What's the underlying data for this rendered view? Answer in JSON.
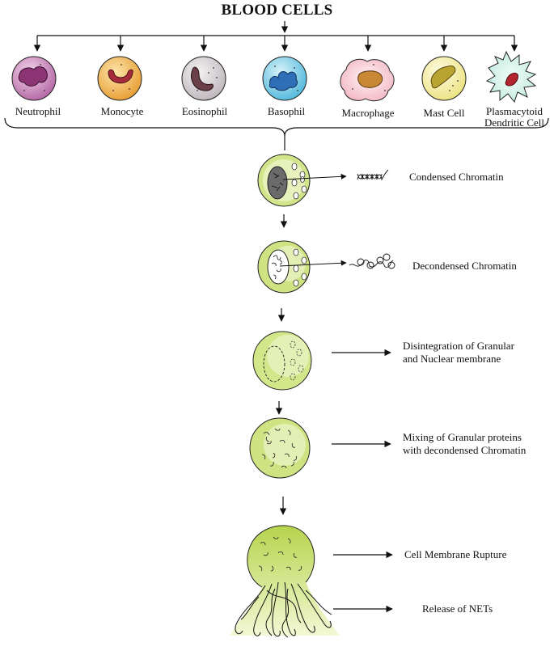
{
  "title": "BLOOD CELLS",
  "cells": [
    {
      "label": "Neutrophil"
    },
    {
      "label": "Monocyte"
    },
    {
      "label": "Eosinophil"
    },
    {
      "label": "Basophil"
    },
    {
      "label": "Macrophage"
    },
    {
      "label": "Mast Cell"
    },
    {
      "label": "Plasmacytoid Dendritic Cell",
      "line1": "Plasmacytoid",
      "line2": "Dendritic Cell"
    }
  ],
  "steps": [
    {
      "label": "Condensed Chromatin"
    },
    {
      "label": "Decondensed Chromatin"
    },
    {
      "line1": "Disintegration of Granular",
      "line2": "and Nuclear membrane"
    },
    {
      "line1": "Mixing of Granular proteins",
      "line2": "with decondensed Chromatin"
    },
    {
      "label": "Cell Membrane Rupture"
    },
    {
      "label": "Release of NETs"
    }
  ],
  "colors": {
    "neutrophil": "#a04a8c",
    "monocyte": "#e8a33a",
    "eosinophil": "#6b4048",
    "basophil": "#3f8fd0",
    "macrophage": "#f4c3cc",
    "mast_cell": "#e9e08a",
    "dendritic": "#c9efe6",
    "net_cell": "#c6dd6a"
  }
}
